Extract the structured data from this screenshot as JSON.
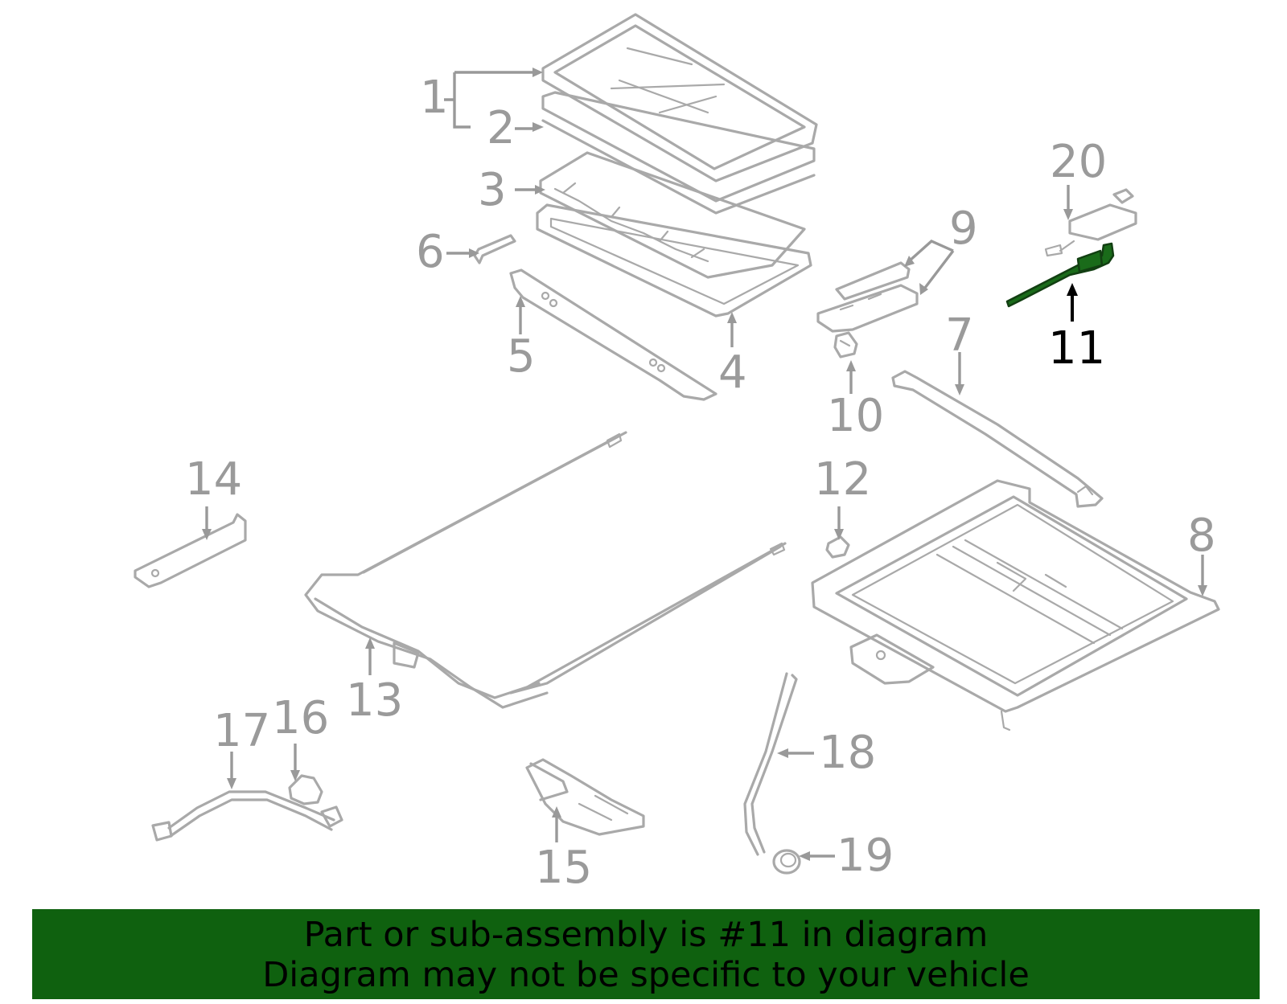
{
  "callouts": {
    "c1": "1",
    "c2": "2",
    "c3": "3",
    "c4": "4",
    "c5": "5",
    "c6": "6",
    "c7": "7",
    "c8": "8",
    "c9": "9",
    "c10": "10",
    "c11": "11",
    "c12": "12",
    "c13": "13",
    "c14": "14",
    "c15": "15",
    "c16": "16",
    "c17": "17",
    "c18": "18",
    "c19": "19",
    "c20": "20"
  },
  "highlighted_part": "11",
  "colors": {
    "highlight": "#1a6b1a",
    "banner": "#0f610f",
    "line_art": "#a9a9a9"
  },
  "banner": {
    "line1": "Part or sub-assembly is #11 in diagram",
    "line2": "Diagram may not be specific to your vehicle"
  }
}
